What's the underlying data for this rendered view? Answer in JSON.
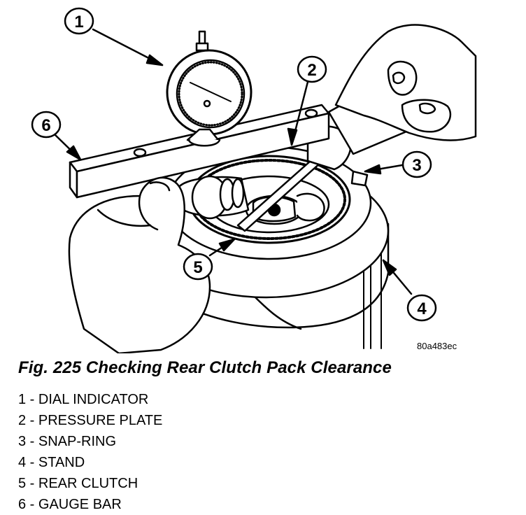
{
  "figure": {
    "code": "80a483ec",
    "caption": "Fig. 225 Checking Rear Clutch Pack Clearance"
  },
  "callouts": [
    {
      "number": "1",
      "label": "DIAL INDICATOR"
    },
    {
      "number": "2",
      "label": "PRESSURE PLATE"
    },
    {
      "number": "3",
      "label": "SNAP-RING"
    },
    {
      "number": "4",
      "label": "STAND"
    },
    {
      "number": "5",
      "label": "REAR CLUTCH"
    },
    {
      "number": "6",
      "label": "GAUGE BAR"
    }
  ],
  "legend": [
    "1 - DIAL INDICATOR",
    "2 - PRESSURE PLATE",
    "3 - SNAP-RING",
    "4 - STAND",
    "5 - REAR CLUTCH",
    "6 - GAUGE BAR"
  ]
}
